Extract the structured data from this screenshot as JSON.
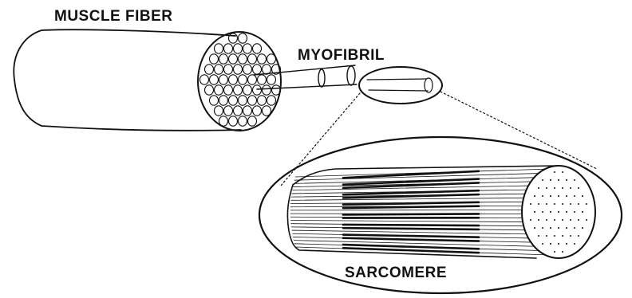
{
  "labels": {
    "muscle_fiber": "MUSCLE FIBER",
    "myofibril": "MYOFIBRIL",
    "sarcomere": "SARCOMERE"
  },
  "colors": {
    "ink": "#111111",
    "background": "#ffffff"
  }
}
